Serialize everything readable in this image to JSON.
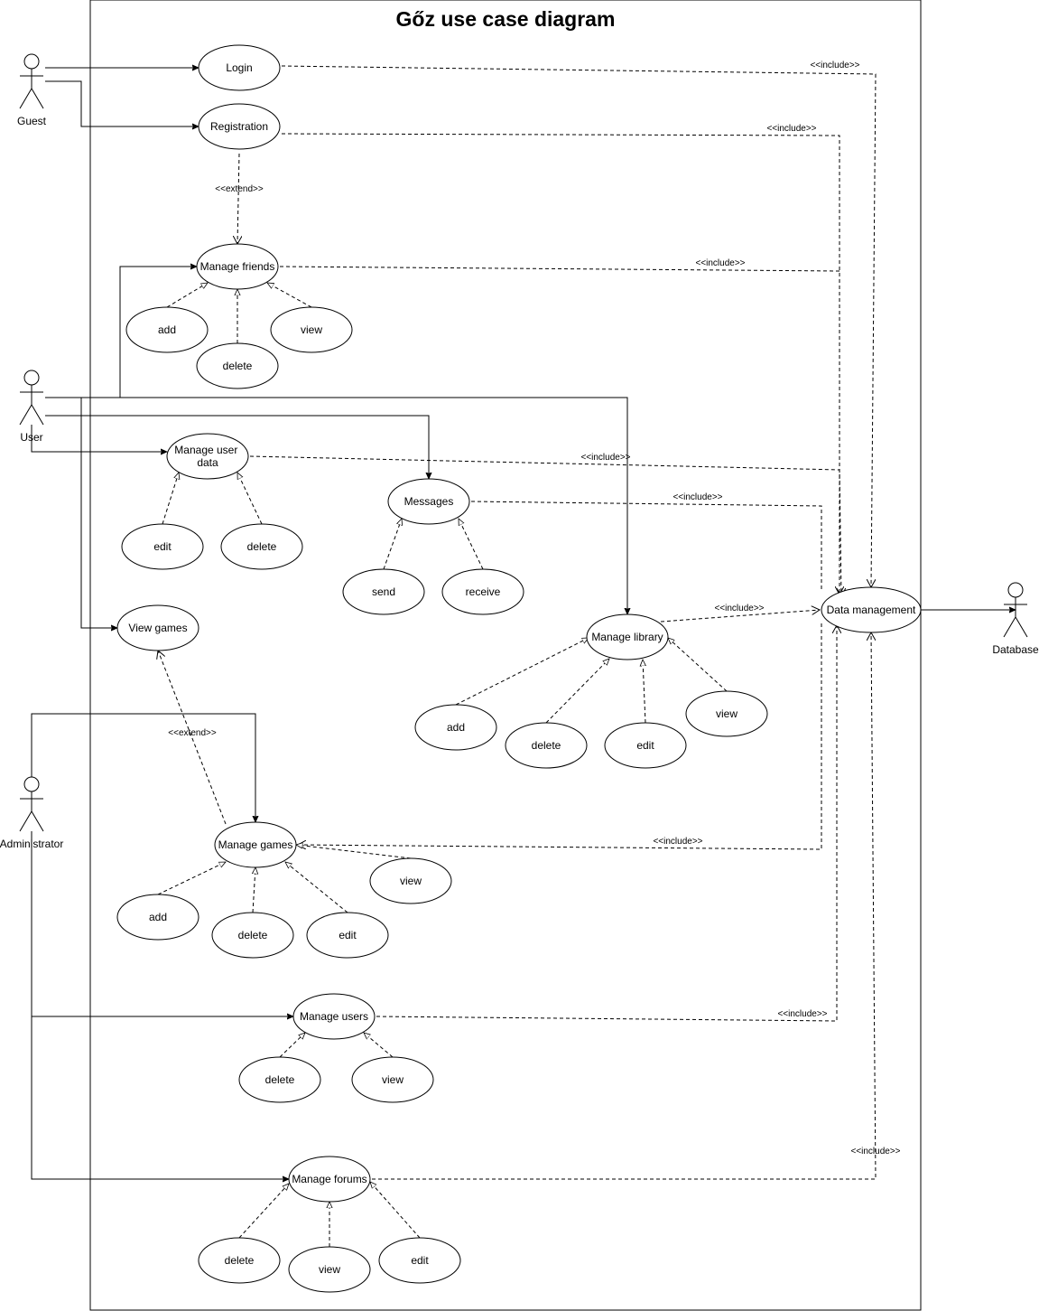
{
  "title": "Gőz use case diagram",
  "actors": {
    "guest": "Guest",
    "user": "User",
    "administrator": "Administrator",
    "database": "Database"
  },
  "use_cases": {
    "login": "Login",
    "registration": "Registration",
    "manage_friends": "Manage friends",
    "friends_add": "add",
    "friends_delete": "delete",
    "friends_view": "view",
    "manage_user_data": "Manage user data",
    "userdata_edit": "edit",
    "userdata_delete": "delete",
    "messages": "Messages",
    "messages_send": "send",
    "messages_receive": "receive",
    "view_games": "View games",
    "manage_library": "Manage library",
    "library_add": "add",
    "library_delete": "delete",
    "library_edit": "edit",
    "library_view": "view",
    "data_management": "Data management",
    "manage_games": "Manage games",
    "games_add": "add",
    "games_delete": "delete",
    "games_edit": "edit",
    "games_view": "view",
    "manage_users": "Manage users",
    "users_delete": "delete",
    "users_view": "view",
    "manage_forums": "Manage forums",
    "forums_delete": "delete",
    "forums_view": "view",
    "forums_edit": "edit"
  },
  "relations": {
    "include": "<<include>>",
    "extend": "<<extend>>"
  }
}
